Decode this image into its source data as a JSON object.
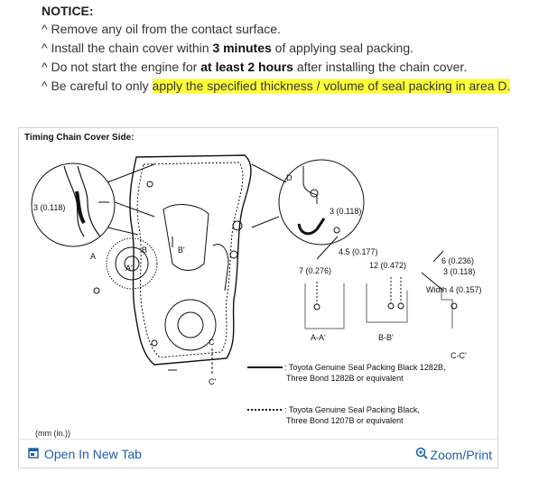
{
  "notice": {
    "title": "NOTICE:",
    "line1": "^ Remove any oil from the contact surface.",
    "line2_pre": "^ Install the chain cover within ",
    "line2_bold": "3 minutes",
    "line2_post": " of applying seal packing.",
    "line3_pre": "^ Do not start the engine for ",
    "line3_bold": "at least 2 hours",
    "line3_post": " after installing the chain cover.",
    "line4_pre": "^ Be careful to only ",
    "line4_hl": "apply the specified thickness / volume of seal packing in area D."
  },
  "figure": {
    "title": "Timing Chain Cover Side:",
    "labels": {
      "left_dim": "3 (0.118)",
      "right_dim": "3 (0.118)",
      "D": "D",
      "A": "A",
      "A_prime": "A'",
      "B": "B",
      "B_prime": "B'",
      "C": "C",
      "C_prime": "C'",
      "dim_45": "4.5 (0.177)",
      "dim_12": "12 (0.472)",
      "dim_7": "7 (0.276)",
      "dim_6": "6 (0.236)",
      "dim_3": "3 (0.118)",
      "width": "Width 4 (0.157)",
      "sec_aa": "A-A'",
      "sec_bb": "B-B'",
      "sec_cc": "C-C'"
    },
    "legend": {
      "solid_1": ": Toyota Genuine Seal Packing Black 1282B,",
      "solid_2": "Three Bond 1282B or equivalent",
      "dotted_1": ": Toyota Genuine Seal Packing Black,",
      "dotted_2": "Three Bond 1207B or equivalent"
    },
    "units": "(mm (in.))"
  },
  "footer": {
    "open_label": "Open In New Tab",
    "zoom_label": "Zoom/Print"
  }
}
